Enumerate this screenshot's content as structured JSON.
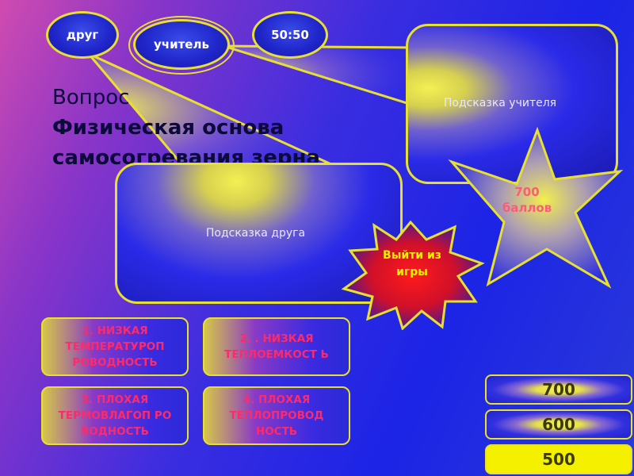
{
  "lifelines": {
    "friend": {
      "label": "друг"
    },
    "teacher": {
      "label": "учитель"
    },
    "fifty": {
      "label": "50:50"
    }
  },
  "question": {
    "label": "Вопрос",
    "text": "Физическая основа самосогревания зерна"
  },
  "hints": {
    "teacher": "Подсказка учителя",
    "friend": "Подсказка друга"
  },
  "prize_star": {
    "text": "700 баллов"
  },
  "exit": {
    "text": "Выйти из игры"
  },
  "answers": [
    {
      "text": "1. НИЗКАЯ ТЕМПЕРАТУРОП РОВОДНОСТЬ"
    },
    {
      "text": "2. . НИЗКАЯ ТЕПЛОЕМКОСТ Ь"
    },
    {
      "text": "3. ПЛОХАЯ ТЕРМОВЛАГОП РО ВОДНОСТЬ"
    },
    {
      "text": "4. ПЛОХАЯ ТЕПЛОПРОВОД НОСТЬ"
    }
  ],
  "scores": [
    "700",
    "600",
    "500"
  ],
  "colors": {
    "accent": "#e8e030",
    "answer_text": "#ff2a6a",
    "active_score": "#f4f000",
    "star_text": "#ff5a7a"
  }
}
